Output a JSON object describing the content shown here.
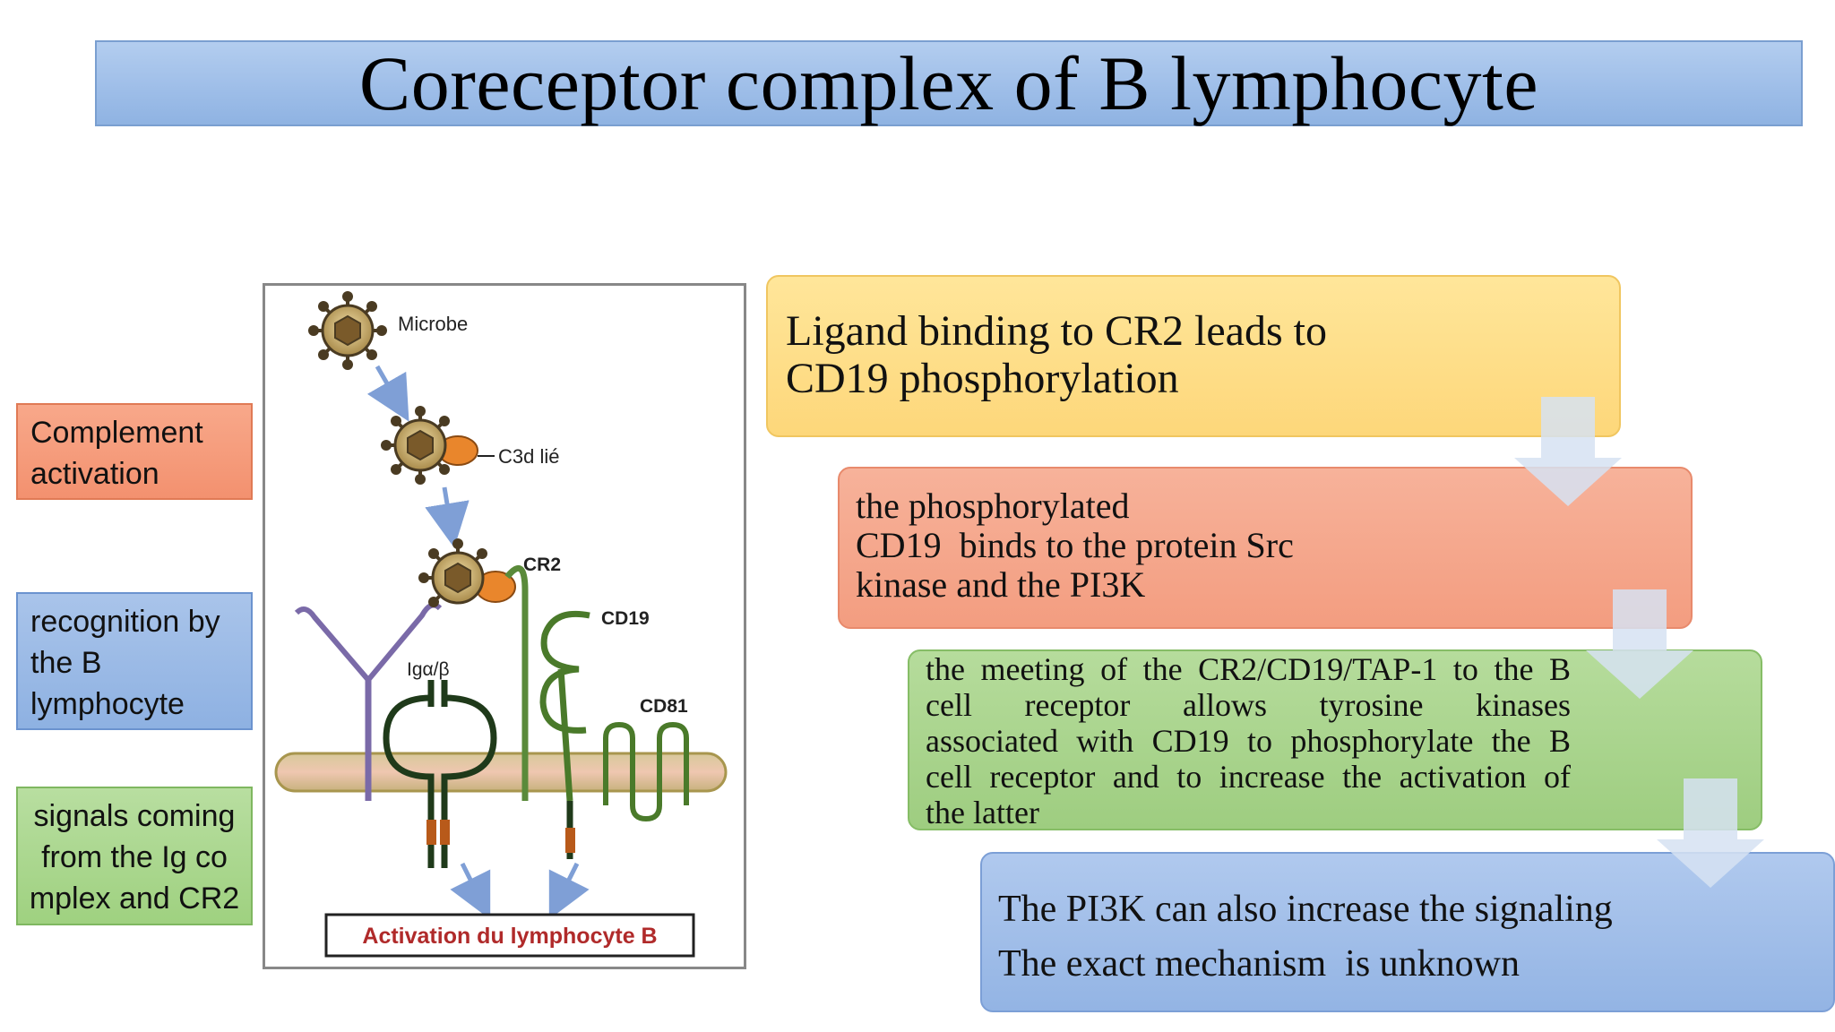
{
  "title": "Coreceptor complex of B lymphocyte",
  "side_labels": {
    "complement": [
      "Complement",
      "activation"
    ],
    "recognition": [
      "recognition by",
      "the B",
      "lymphocyte"
    ],
    "signals": [
      "signals coming",
      "from the Ig co",
      "mplex and CR2"
    ]
  },
  "figure": {
    "microbe": "Microbe",
    "c3d": "C3d lié",
    "cr2": "CR2",
    "cd19": "CD19",
    "iga_b": "Igα/β",
    "cd81": "CD81",
    "activation": "Activation du lymphocyte B"
  },
  "steps": {
    "step1": [
      "Ligand binding to CR2 leads to",
      "CD19 phosphorylation"
    ],
    "step2": [
      "the phosphorylated",
      "CD19  binds to the protein Src",
      "kinase and the PI3K"
    ],
    "step3": [
      "the meeting of the CR2/CD19/TAP-1 to the B",
      "cell receptor allows tyrosine kinases",
      "associated with CD19 to phosphorylate the B",
      "cell receptor and to increase the activation of",
      "the latter"
    ],
    "step4": [
      "The PI3K can also increase the signaling",
      "The exact mechanism  is unknown"
    ]
  },
  "colors": {
    "title_bg": "#9dbde8",
    "orange": "#f3916f",
    "blue": "#8eb1e2",
    "green": "#9fd180",
    "yellow": "#fdd77a",
    "arrow": "#d6e2f2"
  }
}
